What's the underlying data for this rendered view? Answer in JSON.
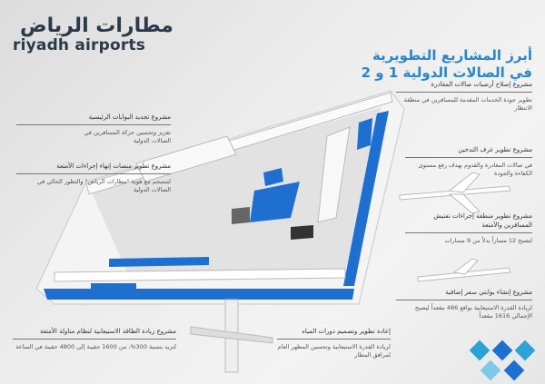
{
  "logo": {
    "arabic": "مطارات الرياض",
    "english": "riyadh airports"
  },
  "title": {
    "line1": "أبرز المشاريع التطويرية",
    "line2": "في الصالات الدولية 1 و 2"
  },
  "projects": [
    {
      "heading": "مشروع إصلاح أرضيات صالات المغادرة",
      "desc": "تطوير جودة الخدمات المقدمة للمسافرين في منطقة الانتظار"
    },
    {
      "heading": "مشروع تجديد البوابات الرئيسية",
      "desc": "تعزيز وتحسين حركة المسافرين في الصالات الدولية"
    },
    {
      "heading": "مشروع تطوير منصات إنهاء إجراءات الأمتعة",
      "desc": "لتنسجم مع هوية \"مطارات الرياض\" والتطور الحالي في الصالات الدولية"
    },
    {
      "heading": "مشروع تطوير غرف التدخين",
      "desc": "في صالات المغادرة والقدوم بهدف رفع مستوى الكفاءة والجودة"
    },
    {
      "heading": "مشروع تطوير منطقة إجراءات تفتيش المسافرين والأمتعة",
      "desc": "لتصبح 12 مساراً بدلاً من 9 مسارات"
    },
    {
      "heading": "مشروع إنشاء بوابتي سفر إضافية",
      "desc": "لزيادة القدرة الاستيعابية بواقع 486 مقعداً ليصبح الإجمالي 1616 مقعداً"
    },
    {
      "heading": "مشروع زيادة الطاقة الاستيعابية لنظام مناولة الأمتعة",
      "desc": "لتزيد بنسبة 300%، من 1600 حقيبة إلى 4800 حقيبة في الساعة"
    },
    {
      "heading": "إعادة تطوير وتصميم دورات المياه",
      "desc": "لزيادة القدرة الاستيعابية وتحسين المظهر العام لمرافق المطار"
    }
  ],
  "colors": {
    "accent": "#2a86c8",
    "building_blue": "#1f6fd1"
  }
}
